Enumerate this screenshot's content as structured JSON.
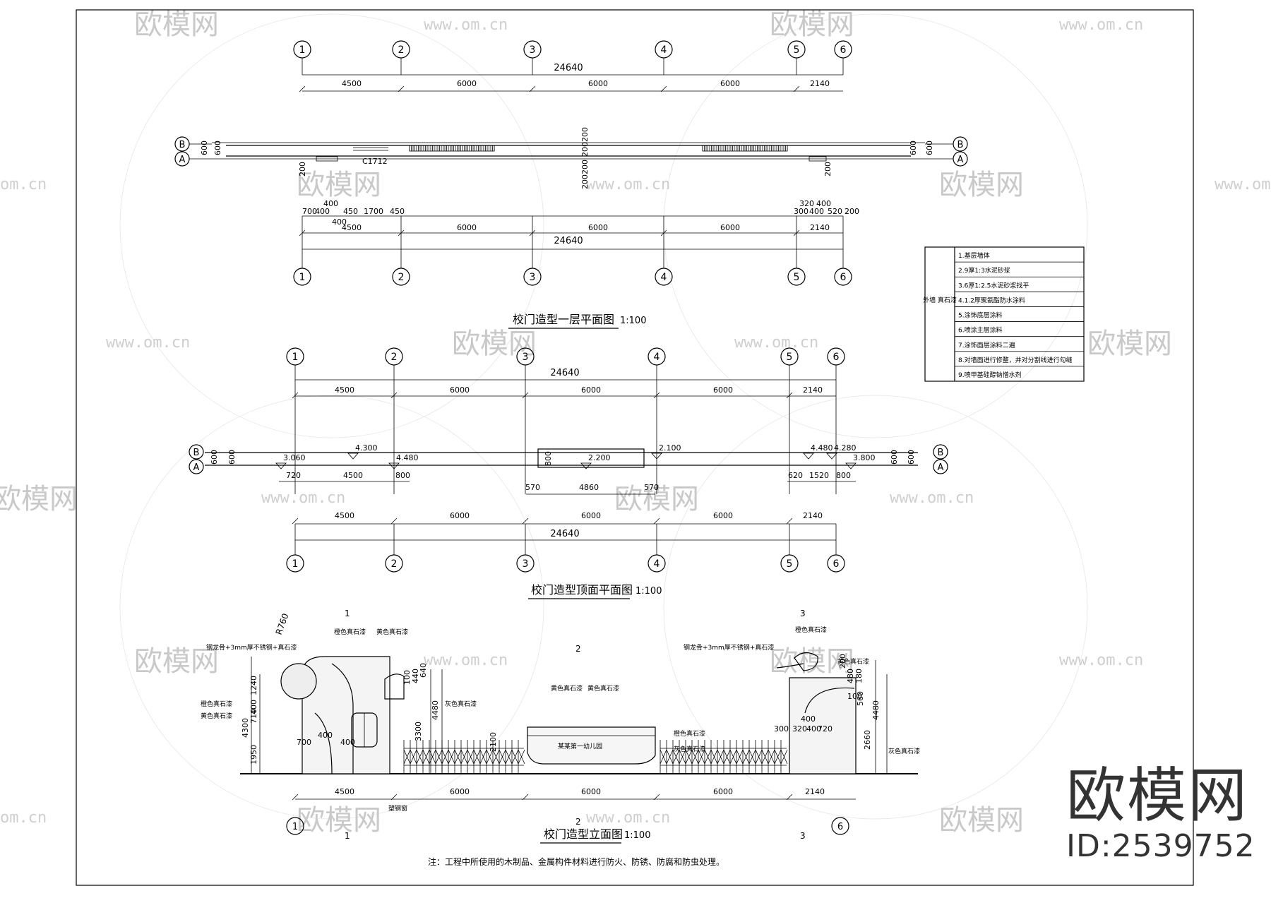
{
  "watermark": {
    "text": "欧模网",
    "url": "www.om.cn",
    "url_short": "om.cn"
  },
  "brand": {
    "name": "欧模网",
    "id": "ID:2539752"
  },
  "axis_labels": [
    "1",
    "2",
    "3",
    "4",
    "5",
    "6"
  ],
  "row_labels": [
    "B",
    "A"
  ],
  "plan1": {
    "title": "校门造型一层平面图",
    "scale": "1:100",
    "total": "24640",
    "spans": [
      "4500",
      "6000",
      "6000",
      "6000",
      "2140"
    ],
    "sub_dims_left": [
      "700",
      "400",
      "400",
      "450",
      "1700",
      "450"
    ],
    "sub_dims_left_top": "400",
    "sub_dims_right": [
      "300",
      "400",
      "520",
      "200"
    ],
    "sub_dims_right_top": [
      "320",
      "400"
    ],
    "depth": "600",
    "window_tag": "C1712",
    "dim_200": "200",
    "mid_dims": "200200"
  },
  "plan2": {
    "title": "校门造型顶面平面图",
    "scale": "1:100",
    "total": "24640",
    "spans": [
      "4500",
      "6000",
      "6000",
      "6000",
      "2140"
    ],
    "depth": "600",
    "elevations": [
      "3.060",
      "4.300",
      "4.480",
      "2.200",
      "2.100",
      "4.480",
      "4.280",
      "3.800"
    ],
    "sub_left": [
      "720",
      "4500",
      "800"
    ],
    "sub_mid": [
      "570",
      "4860",
      "570"
    ],
    "sub_right": [
      "620",
      "1520",
      "800"
    ],
    "mid_depth": "800"
  },
  "legend": {
    "category": "外墙\n真石漆",
    "items": [
      "1.基层墙体",
      "2.9厚1:3水泥砂浆",
      "3.6厚1:2.5水泥砂浆找平",
      "4.1.2厚聚氨酯防水涂料",
      "5.涂饰底层涂料",
      "6.喷涂主层涂料",
      "7.涂饰面层涂料二遍",
      "8.对墙面进行修整，并对分割线进行勾缝",
      "9.喷甲基硅醇钠憎水剂"
    ]
  },
  "elevation": {
    "title": "校门造型立面图",
    "scale": "1:100",
    "spans": [
      "4500",
      "6000",
      "6000",
      "6000",
      "2140"
    ],
    "radius": "R760",
    "notes": {
      "steel_left": "钢龙骨+3mm厚不锈钢+真石漆",
      "steel_right": "钢龙骨+3mm厚不锈钢+真石漆",
      "orange": "橙色真石漆",
      "yellow": "黄色真石漆",
      "grey": "灰色真石漆",
      "school_name": "某某第一幼儿园",
      "door": "塑钢窗"
    },
    "left_dims": [
      "1240",
      "400",
      "710",
      "4300",
      "1950"
    ],
    "left_inner": [
      "700",
      "400",
      "400"
    ],
    "mid_dims": [
      "100",
      "440",
      "640",
      "4480",
      "3300",
      "2100"
    ],
    "right_dims": [
      "200",
      "480",
      "180",
      "560",
      "4480",
      "2660"
    ],
    "right_inner": [
      "300",
      "320",
      "400",
      "720",
      "400",
      "100"
    ],
    "section_marks": [
      "1",
      "2",
      "3"
    ]
  },
  "footnote": "注：工程中所使用的木制品、金属构件材料进行防火、防锈、防腐和防虫处理。"
}
